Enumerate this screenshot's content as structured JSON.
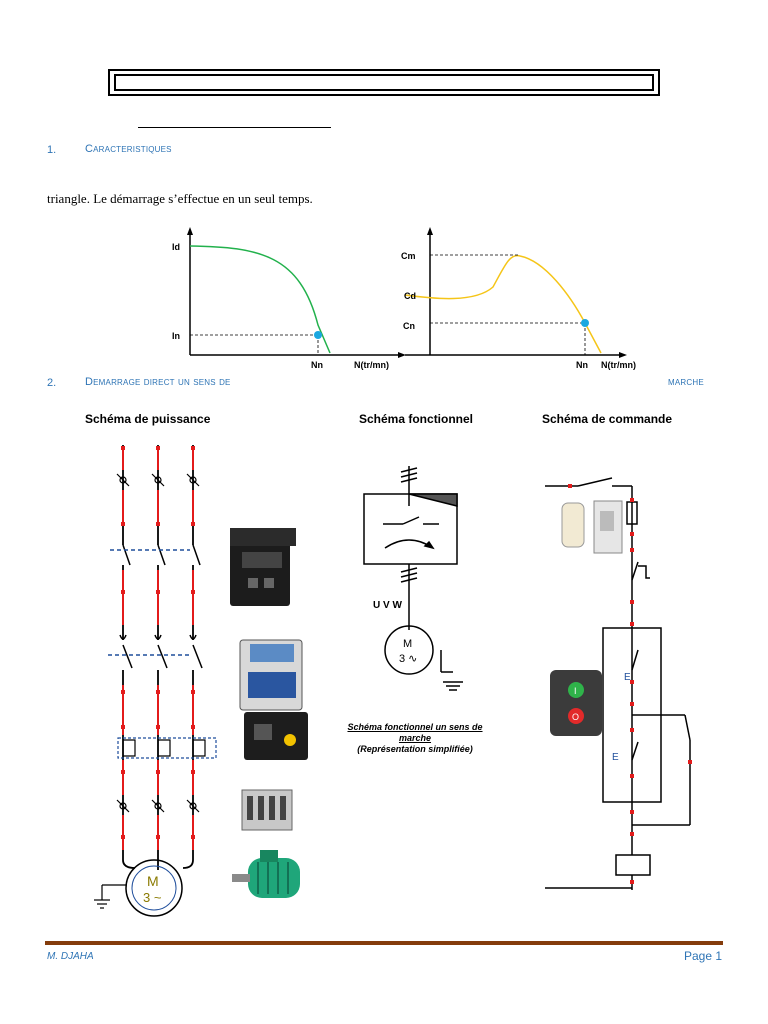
{
  "header": {
    "title": ""
  },
  "section1": {
    "number": "1.",
    "title": "Caracteristiques"
  },
  "intro_text": "triangle. Le démarrage s’effectue en un seul temps.",
  "charts": {
    "current": {
      "y_label_top": "Id",
      "y_label_bottom": "In",
      "x_marker": "Nn",
      "x_axis": "N(tr/mn)",
      "color": "#22b14c"
    },
    "torque": {
      "y_label_top": "Cm",
      "y_label_mid": "Cd",
      "y_label_bottom": "Cn",
      "x_marker": "Nn",
      "x_axis": "N(tr/mn)",
      "color": "#f5c518"
    }
  },
  "section2": {
    "number": "2.",
    "title_left": "Demarrage direct un sens de",
    "title_right": "marche"
  },
  "columns": {
    "power": "Schéma de puissance",
    "functional": "Schéma fonctionnel",
    "command": "Schéma de commande"
  },
  "functional_diagram": {
    "terminals": "U V W",
    "motor_letter": "M",
    "motor_phase": "3 ∿",
    "caption_line1": "Schéma fonctionnel un sens de",
    "caption_line2": "marche",
    "caption_line3": "(Représentation simplifiée)"
  },
  "power_motor": {
    "letter": "M",
    "phase": "3 ~"
  },
  "command_labels": {
    "e1": "E",
    "e2": "E",
    "btn_top": "I",
    "btn_bottom": "O"
  },
  "footer": {
    "author": "M. DJAHA",
    "page": "Page 1"
  },
  "colors": {
    "accent_blue": "#2e74b5",
    "footer_rule": "#843c0c",
    "wire_red": "#e31b1b",
    "node_blue": "#1aa7e0"
  }
}
